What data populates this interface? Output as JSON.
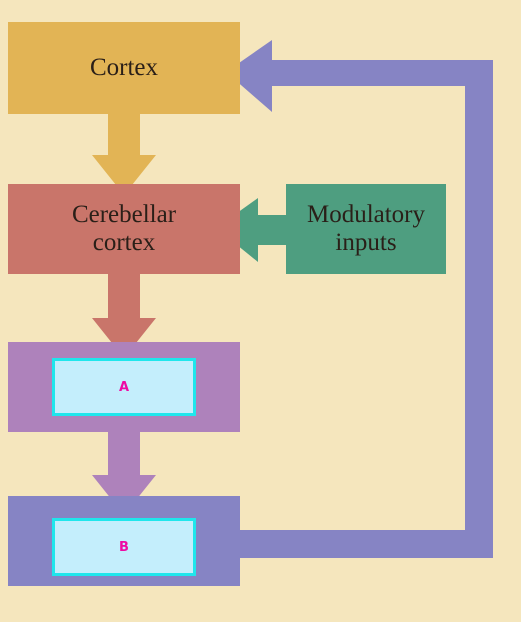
{
  "colors": {
    "background": "#f5e6bd",
    "cortex": "#e2b455",
    "cerebellar_cortex": "#c9756a",
    "modulatory": "#4e9e80",
    "box_a": "#ae82bb",
    "box_b": "#8684c4",
    "label_fill": "#c4eefc",
    "label_border": "#1fe6ec",
    "label_text": "#ee0aa3"
  },
  "nodes": {
    "cortex": {
      "label": "Cortex"
    },
    "cerebellar_cortex": {
      "label": "Cerebellar\ncortex"
    },
    "modulatory_inputs": {
      "label": "Modulatory\ninputs"
    },
    "box_a": {
      "label": "A"
    },
    "box_b": {
      "label": "B"
    }
  }
}
